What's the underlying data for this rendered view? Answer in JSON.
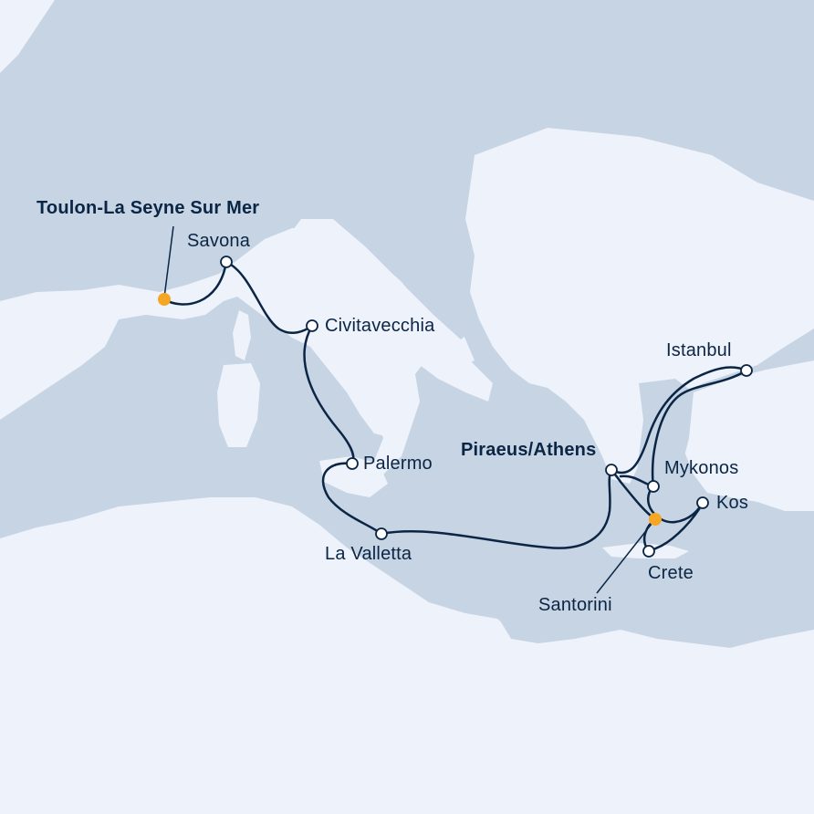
{
  "colors": {
    "sea": "#c6d4e3",
    "land": "#eef2fb",
    "route": "#0b2545",
    "port_marker": "#ffffff",
    "turnaround_marker": "#f5a623"
  },
  "ports": [
    {
      "id": "toulon",
      "label": "Toulon-La Seyne Sur Mer",
      "type": "embark"
    },
    {
      "id": "savona",
      "label": "Savona",
      "type": "stop"
    },
    {
      "id": "civitavecchia",
      "label": "Civitavecchia",
      "type": "stop"
    },
    {
      "id": "palermo",
      "label": "Palermo",
      "type": "stop"
    },
    {
      "id": "lavalletta",
      "label": "La Valletta",
      "type": "stop"
    },
    {
      "id": "piraeus",
      "label": "Piraeus/Athens",
      "type": "embark"
    },
    {
      "id": "istanbul",
      "label": "Istanbul",
      "type": "stop"
    },
    {
      "id": "mykonos",
      "label": "Mykonos",
      "type": "stop"
    },
    {
      "id": "kos",
      "label": "Kos",
      "type": "stop"
    },
    {
      "id": "crete",
      "label": "Crete",
      "type": "stop"
    },
    {
      "id": "santorini",
      "label": "Santorini",
      "type": "stop"
    }
  ]
}
